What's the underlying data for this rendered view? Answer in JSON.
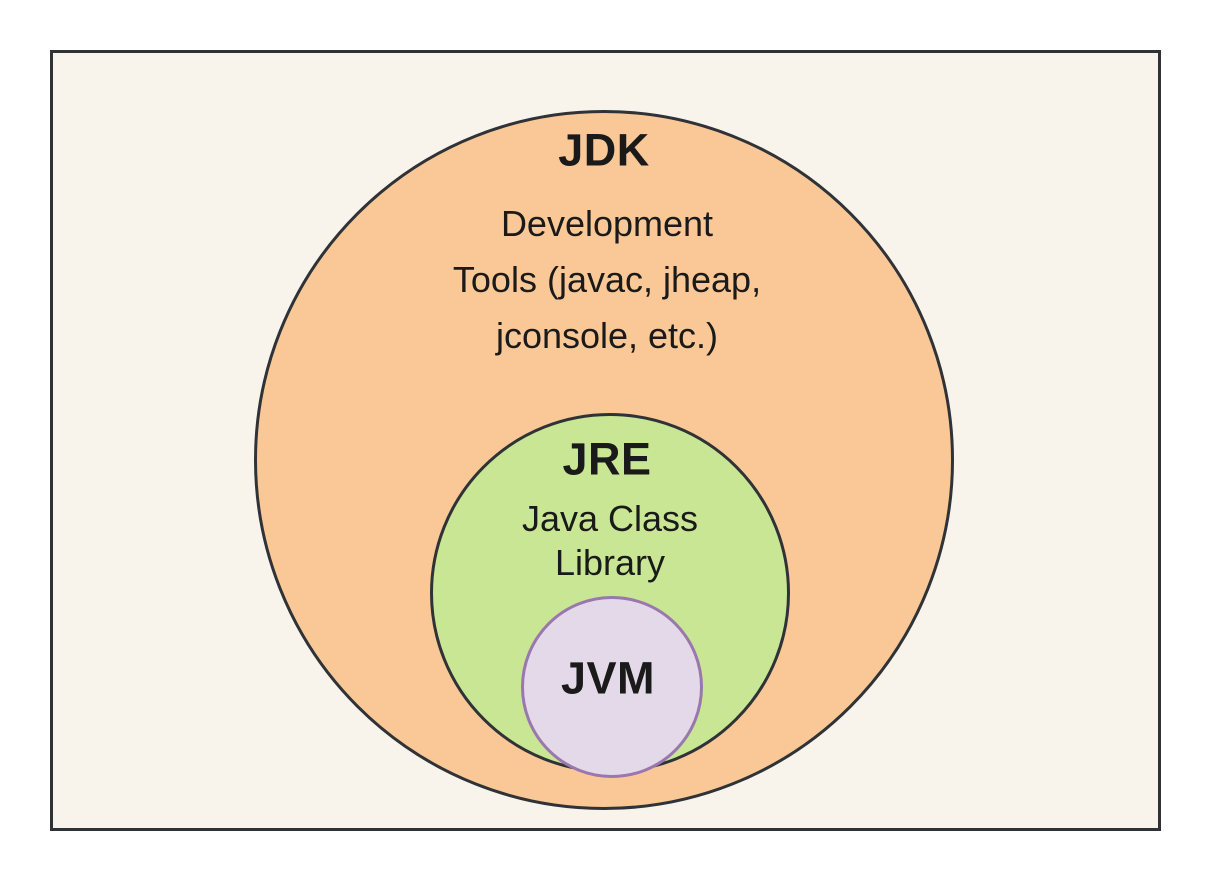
{
  "figure": {
    "jdk_label": "JDK",
    "jdk_desc_lines": [
      "Development",
      "Tools (javac, jheap,",
      "jconsole, etc.)"
    ],
    "jre_label": "JRE",
    "jre_desc_lines": [
      "Java Class",
      "Library"
    ],
    "jvm_label": "JVM"
  },
  "colors": {
    "page_background": "#ffffff",
    "canvas_background": "#f8f4ec",
    "frame_border": "#2e3236",
    "jdk_circle_fill": "#fac896",
    "jre_circle_fill": "#c9e694",
    "jvm_circle_fill": "#e4d9e9",
    "jvm_circle_border": "#9a77ae",
    "circle_stroke": "#2f3337",
    "text": "#1a1a1a"
  }
}
